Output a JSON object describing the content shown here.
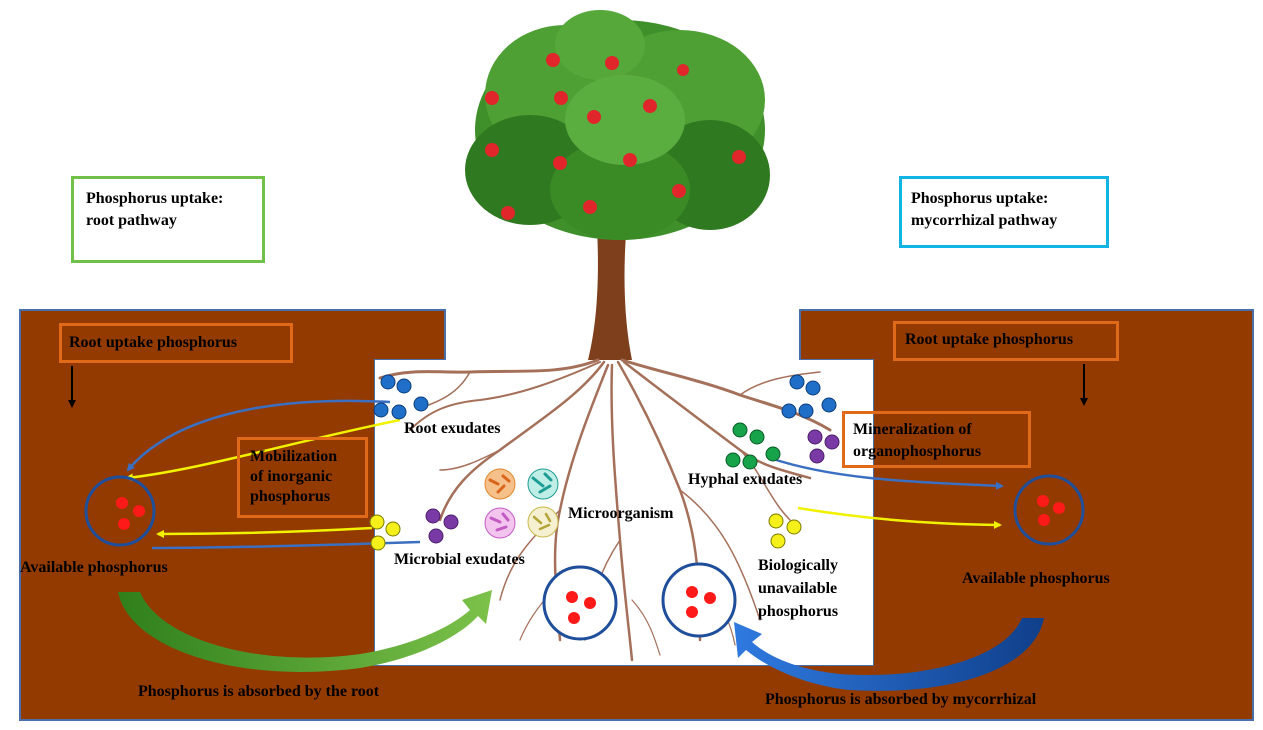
{
  "pathways": {
    "root": {
      "title_line1": "Phosphorus uptake:",
      "title_line2": "root pathway"
    },
    "mycorrhizal": {
      "title_line1": "Phosphorus uptake:",
      "title_line2": "mycorrhizal pathway"
    }
  },
  "labels": {
    "root_uptake_left": "Root uptake phosphorus",
    "root_uptake_right": "Root uptake phosphorus",
    "mobilization_line1": "Mobilization",
    "mobilization_line2": "of inorganic",
    "mobilization_line3": "phosphorus",
    "mineralization_line1": "Mineralization of",
    "mineralization_line2": "organophosphorus",
    "root_exudates": "Root exudates",
    "hyphal_exudates": "Hyphal exudates",
    "microorganism": "Microorganism",
    "microbial_exudates": "Microbial exudates",
    "available_left": "Available phosphorus",
    "available_right": "Available phosphorus",
    "unavailable_line1": "Biologically",
    "unavailable_line2": "unavailable",
    "unavailable_line3": "phosphorus",
    "absorbed_root": "Phosphorus is absorbed by the root",
    "absorbed_mycorrhizal": "Phosphorus is absorbed by mycorrhizal"
  },
  "colors": {
    "soil": "#933a00",
    "soil_border": "#4a6fa8",
    "root_box": "#70c04a",
    "myco_box": "#12b4e6",
    "process_box": "#e06a17",
    "phosphate_dot": "#ff1a1a",
    "pool_ring": "#1f4e9a",
    "blue_dot": "#1f6fc9",
    "yellow_dot": "#f5f019",
    "purple_dot": "#7a3aa6",
    "green_dot": "#17a34a",
    "foliage": "#3f8f2a",
    "fruit": "#e0262b",
    "trunk": "#7e3f1c",
    "root_line": "#a5705a",
    "green_arrow": "#52a62e",
    "blue_arrow": "#1f66c8",
    "flow_yellow": "#f2f200",
    "flow_blue": "#3a6fc1"
  }
}
